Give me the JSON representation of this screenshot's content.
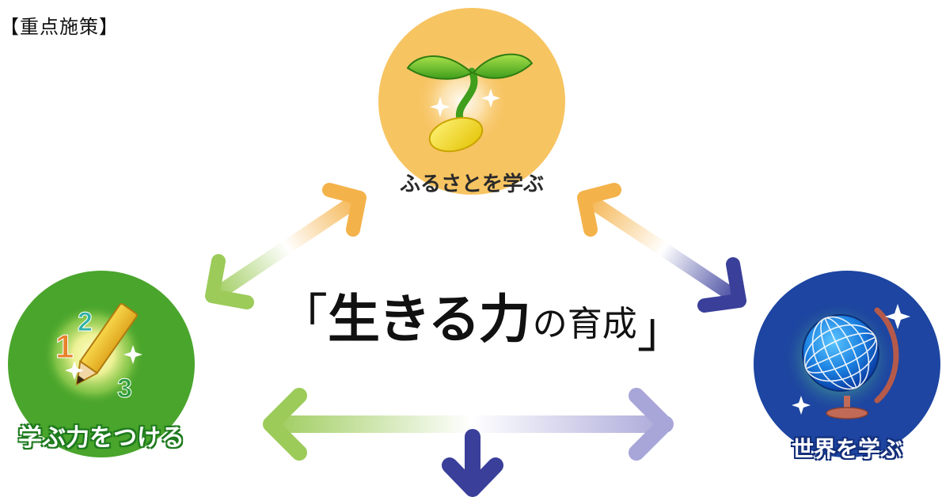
{
  "header": {
    "title": "【重点施策】"
  },
  "nodes": {
    "top": {
      "label": "ふるさとを学ぶ",
      "color": "#f7c462",
      "icon": "sprout-icon"
    },
    "left": {
      "label": "学ぶ力をつける",
      "color": "#4aa52c",
      "icon": "pencil-numbers-icon",
      "numbers": [
        "1",
        "2",
        "3"
      ]
    },
    "right": {
      "label": "世界を学ぶ",
      "color": "#1d45a1",
      "icon": "globe-icon"
    }
  },
  "center": {
    "open": "「",
    "strong": "生きる力",
    "rest": "の育成",
    "close": "」"
  },
  "colors": {
    "orange": "#f4b24a",
    "green": "#9ccb5a",
    "navy": "#3a3f9a",
    "lavender": "#a8a6d8"
  }
}
